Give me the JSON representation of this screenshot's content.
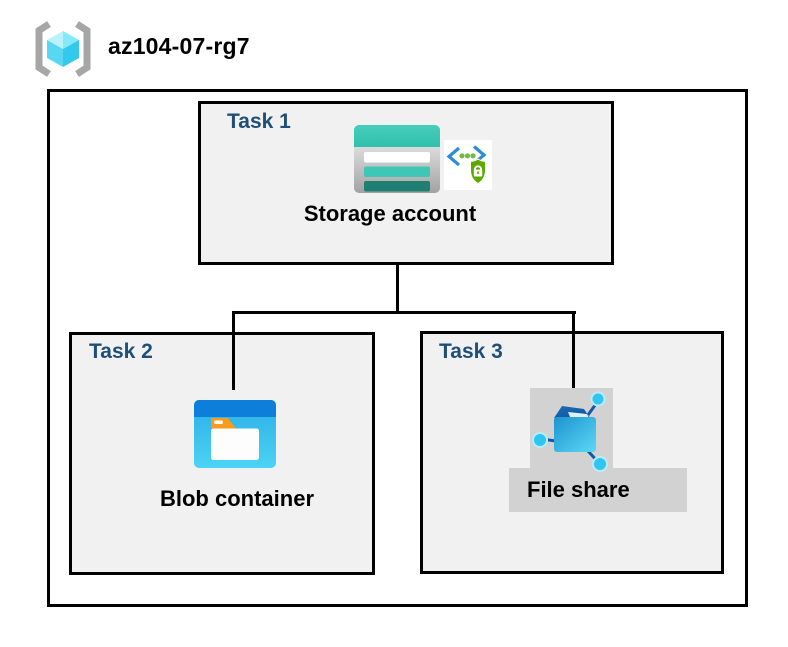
{
  "header": {
    "resource_group_name": "az104-07-rg7",
    "icon": "resource-group-icon"
  },
  "diagram": {
    "tasks": [
      {
        "label": "Task 1",
        "item": "Storage account",
        "icons": [
          "storage-account-icon",
          "sas-shield-lock-icon"
        ]
      },
      {
        "label": "Task 2",
        "item": "Blob container",
        "icons": [
          "blob-container-icon"
        ]
      },
      {
        "label": "Task 3",
        "item": "File share",
        "icons": [
          "file-share-icon"
        ]
      }
    ],
    "connections": [
      {
        "from": "Storage account",
        "to": "Blob container"
      },
      {
        "from": "Storage account",
        "to": "File share"
      }
    ]
  },
  "colors": {
    "task_label": "#1F4E79",
    "box_background": "#F1F1F1",
    "outline": "#000000",
    "file_share_label_background": "#D2D2D2",
    "storage_teal": "#3BC6B3",
    "storage_dark_teal": "#1F7F72",
    "blob_header_blue": "#0D7FDB",
    "blob_body_blue": "#35B9EA",
    "folder_tab_orange": "#F99B1D",
    "share_node_cyan": "#2EC6F0",
    "share_line_navy": "#1358A8",
    "sas_bracket_blue": "#2C8DD6",
    "sas_dot_green": "#77B840",
    "sas_shield_green": "#5CAA00",
    "cube_cyan": "#55D5F1",
    "bracket_gray": "#A6A6A6"
  }
}
